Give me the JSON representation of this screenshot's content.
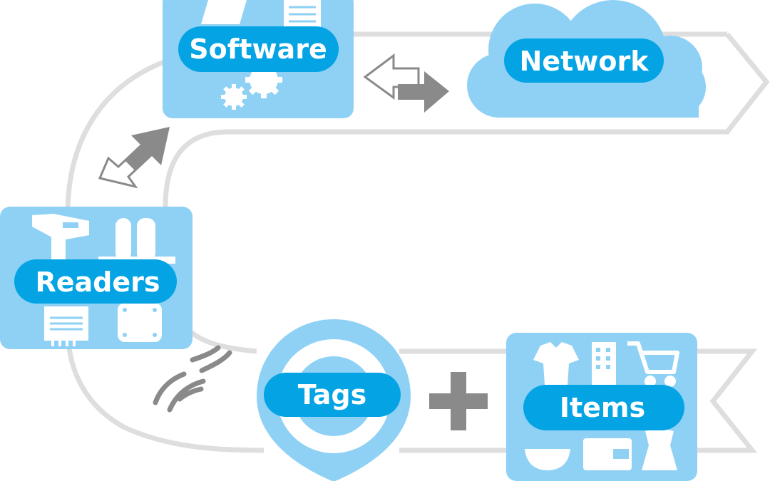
{
  "nodes": {
    "software": "Software",
    "network": "Network",
    "readers": "Readers",
    "tags": "Tags",
    "items": "Items"
  },
  "icons": {
    "software": [
      "laptop-icon",
      "document-icon",
      "gears-icon"
    ],
    "readers": [
      "handheld-scanner-icon",
      "portal-gate-icon",
      "fixed-reader-icon",
      "antenna-panel-icon"
    ],
    "items": [
      "shirt-icon",
      "building-icon",
      "shopping-cart-icon",
      "bowl-icon",
      "wallet-icon",
      "dress-icon"
    ],
    "connectors": [
      "bidirectional-arrow-icon",
      "rf-waves-icon",
      "plus-icon"
    ]
  },
  "colors": {
    "panel": "#8fd1f4",
    "pill": "#04a4e4",
    "road": "#dedede",
    "arrow": "#8a8a8a",
    "text": "#ffffff"
  }
}
